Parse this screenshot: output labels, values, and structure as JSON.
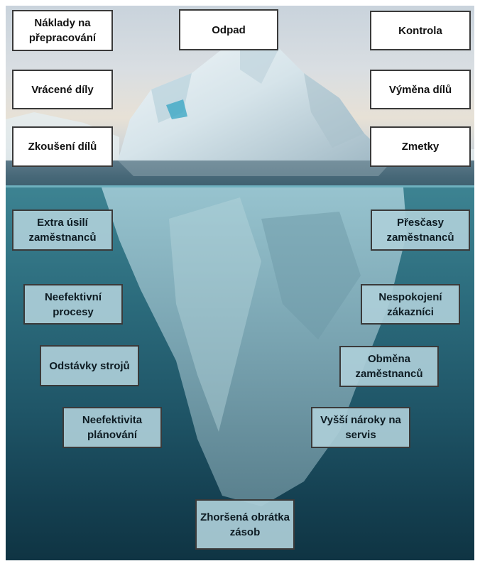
{
  "diagram": {
    "above_water": {
      "left": [
        "Náklady na přepracování",
        "Vrácené díly",
        "Zkoušení dílů"
      ],
      "center": "Odpad",
      "right": [
        "Kontrola",
        "Výměna dílů",
        "Zmetky"
      ]
    },
    "below_water": {
      "left": [
        "Extra úsilí zaměstnanců",
        "Neefektivní procesy",
        "Odstávky strojů",
        "Neefektivita plánování"
      ],
      "right": [
        "Přesčasy zaměstnanců",
        "Nespokojení zákazníci",
        "Obměna zaměstnanců",
        "Vyšší nároky na servis"
      ],
      "bottom": "Zhoršená obrátka zásob"
    }
  }
}
